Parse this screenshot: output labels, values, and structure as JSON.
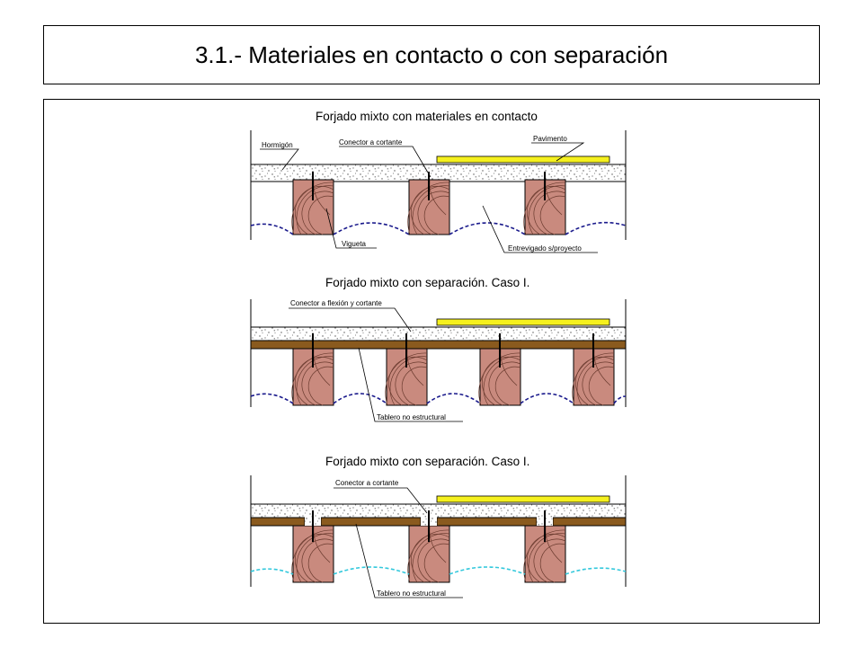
{
  "page": {
    "title": "3.1.- Materiales en contacto o con separación"
  },
  "colors": {
    "pavement": "#f5f01e",
    "board": "#8a5a1e",
    "wood": "#c98a7e",
    "grain": "#6a3a2e",
    "concrete_dots": "#555555",
    "ceiling_blue": "#1a1a8c",
    "ceiling_cyan": "#33c8dc"
  },
  "sections": [
    {
      "title": "Forjado mixto con materiales en contacto",
      "labels": {
        "hormigon": "Hormigón",
        "conector": "Conector a cortante",
        "pavimento": "Pavimento",
        "vigueta": "Vigueta",
        "entrevigado": "Entrevigado s/proyecto"
      }
    },
    {
      "title": "Forjado mixto con separación. Caso I.",
      "labels": {
        "conector": "Conector a flexión y cortante",
        "tablero": "Tablero no estructural"
      }
    },
    {
      "title": "Forjado mixto con separación. Caso I.",
      "labels": {
        "conector": "Conector a cortante",
        "tablero": "Tablero no estructural"
      }
    }
  ]
}
